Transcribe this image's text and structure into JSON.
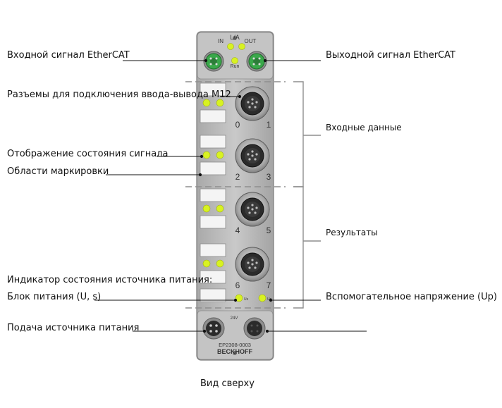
{
  "device": {
    "ports": {
      "in": "IN",
      "out": "OUT",
      "link_act": "L/A",
      "run": "Run",
      "supply_voltage": "24V"
    },
    "channel_numbers": [
      "0",
      "1",
      "2",
      "3",
      "4",
      "5",
      "6",
      "7"
    ],
    "us_label": "Us",
    "up_label": "Up",
    "model": "EP2308-0003",
    "brand": "BECKHOFF"
  },
  "labels": {
    "ethercat_in": "Входной сигнал EtherCAT",
    "ethercat_out": "Выходной сигнал EtherCAT",
    "m12_connectors": "Разъемы для подключения ввода-вывода M12",
    "inputs_group": "Входные данные",
    "signal_status": "Отображение состояния сигнала",
    "marking_areas": "Области маркировки",
    "outputs_group": "Результаты",
    "power_status_indicator": "Индикатор состояния источника питания:",
    "power_unit": "Блок питания (U, s)",
    "aux_voltage": "Вспомогательное напряжение (Uр)",
    "power_feed": "Подача источника питания",
    "top_view": "Вид сверху"
  },
  "colors": {
    "housing": "#b9b9b9",
    "housing_dark": "#8d8d8d",
    "led": "#d8f221",
    "connector_green": "#3aa84a",
    "connector_dark": "#2b2b2b",
    "leader_line": "#111111",
    "bracket": "#8e8e8e"
  }
}
